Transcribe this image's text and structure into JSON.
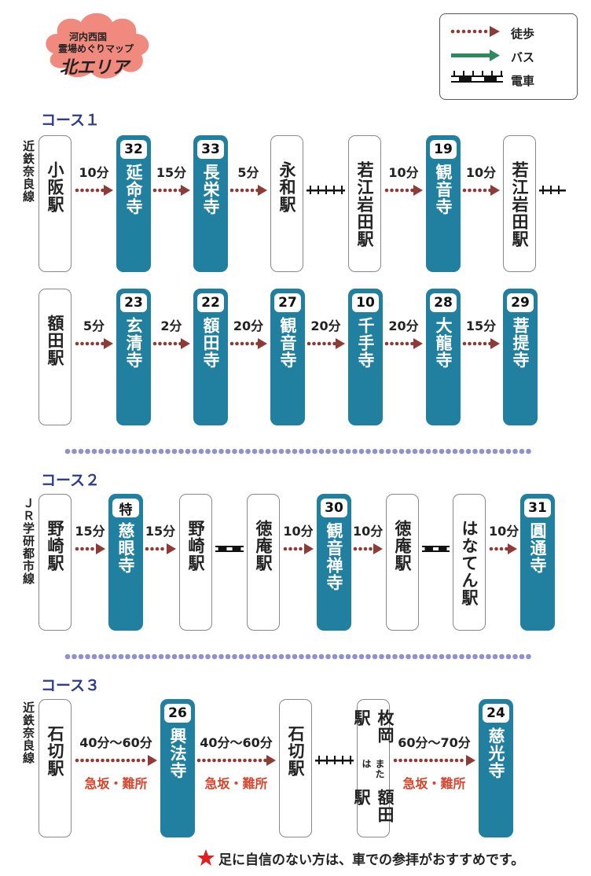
{
  "logo": {
    "line1": "河内西国",
    "line2": "霊場めぐりマップ",
    "line3": "北エリア"
  },
  "legend": {
    "walk": "徒歩",
    "bus": "バス",
    "train": "電車"
  },
  "courses": [
    {
      "title": "コース１",
      "line_label": "近鉄奈良線",
      "rows": [
        {
          "nodes": [
            {
              "type": "station",
              "name": "小阪駅"
            },
            {
              "type": "temple",
              "num": "32",
              "name": "延命寺"
            },
            {
              "type": "temple",
              "num": "33",
              "name": "長栄寺"
            },
            {
              "type": "station",
              "name": "永和駅"
            },
            {
              "type": "station",
              "name": "若江岩田駅"
            },
            {
              "type": "temple",
              "num": "19",
              "name": "観音寺"
            },
            {
              "type": "station",
              "name": "若江岩田駅"
            }
          ],
          "links": [
            {
              "kind": "walk",
              "time": "10分"
            },
            {
              "kind": "walk",
              "time": "15分"
            },
            {
              "kind": "walk",
              "time": "5分"
            },
            {
              "kind": "train"
            },
            {
              "kind": "walk",
              "time": "10分"
            },
            {
              "kind": "walk",
              "time": "10分"
            }
          ],
          "tail": "train"
        },
        {
          "nodes": [
            {
              "type": "station",
              "name": "額田駅"
            },
            {
              "type": "temple",
              "num": "23",
              "name": "玄清寺"
            },
            {
              "type": "temple",
              "num": "22",
              "name": "額田寺"
            },
            {
              "type": "temple",
              "num": "27",
              "name": "観音寺"
            },
            {
              "type": "temple",
              "num": "10",
              "name": "千手寺"
            },
            {
              "type": "temple",
              "num": "28",
              "name": "大龍寺"
            },
            {
              "type": "temple",
              "num": "29",
              "name": "菩提寺"
            }
          ],
          "links": [
            {
              "kind": "walk",
              "time": "5分"
            },
            {
              "kind": "walk",
              "time": "2分"
            },
            {
              "kind": "walk",
              "time": "20分"
            },
            {
              "kind": "walk",
              "time": "20分"
            },
            {
              "kind": "walk",
              "time": "20分"
            },
            {
              "kind": "walk",
              "time": "15分"
            }
          ]
        }
      ]
    },
    {
      "title": "コース２",
      "line_label": "ＪＲ学研都市線",
      "rows": [
        {
          "nodes": [
            {
              "type": "station",
              "name": "野崎駅"
            },
            {
              "type": "temple",
              "num": "特",
              "name": "慈眼寺"
            },
            {
              "type": "station",
              "name": "野崎駅"
            },
            {
              "type": "station",
              "name": "徳庵駅"
            },
            {
              "type": "temple",
              "num": "30",
              "name": "観音禅寺"
            },
            {
              "type": "station",
              "name": "徳庵駅"
            },
            {
              "type": "station",
              "name": "はなてん駅"
            },
            {
              "type": "temple",
              "num": "31",
              "name": "圓通寺"
            }
          ],
          "links": [
            {
              "kind": "walk",
              "time": "15分"
            },
            {
              "kind": "walk",
              "time": "15分"
            },
            {
              "kind": "train"
            },
            {
              "kind": "walk",
              "time": "10分"
            },
            {
              "kind": "walk",
              "time": "10分"
            },
            {
              "kind": "train"
            },
            {
              "kind": "walk",
              "time": "10分"
            }
          ]
        }
      ]
    },
    {
      "title": "コース３",
      "line_label": "近鉄奈良線",
      "rows": [
        {
          "nodes": [
            {
              "type": "station",
              "name": "石切駅"
            },
            {
              "type": "temple",
              "num": "26",
              "name": "興法寺"
            },
            {
              "type": "station",
              "name": "石切駅"
            },
            {
              "type": "station",
              "name": "枚岡駅",
              "small": "または",
              "name2": "額田駅"
            },
            {
              "type": "temple",
              "num": "24",
              "name": "慈光寺"
            }
          ],
          "links": [
            {
              "kind": "walk",
              "time": "40分〜60分",
              "note": "急坂・難所"
            },
            {
              "kind": "walk",
              "time": "40分〜60分",
              "note": "急坂・難所"
            },
            {
              "kind": "train"
            },
            {
              "kind": "walk",
              "time": "60分〜70分",
              "note": "急坂・難所"
            }
          ]
        }
      ]
    }
  ],
  "footer": "足に自信のない方は、車での参拝がおすすめです。",
  "colors": {
    "temple": "#21809f",
    "walk": "#8e3b37",
    "bus": "#2e8a5e",
    "course": "#2b3d8c",
    "dots": "#8d92c8",
    "note": "#d6452d",
    "star": "#e02020"
  },
  "icons": {
    "star": "star-icon",
    "logo": "cloud-logo"
  }
}
